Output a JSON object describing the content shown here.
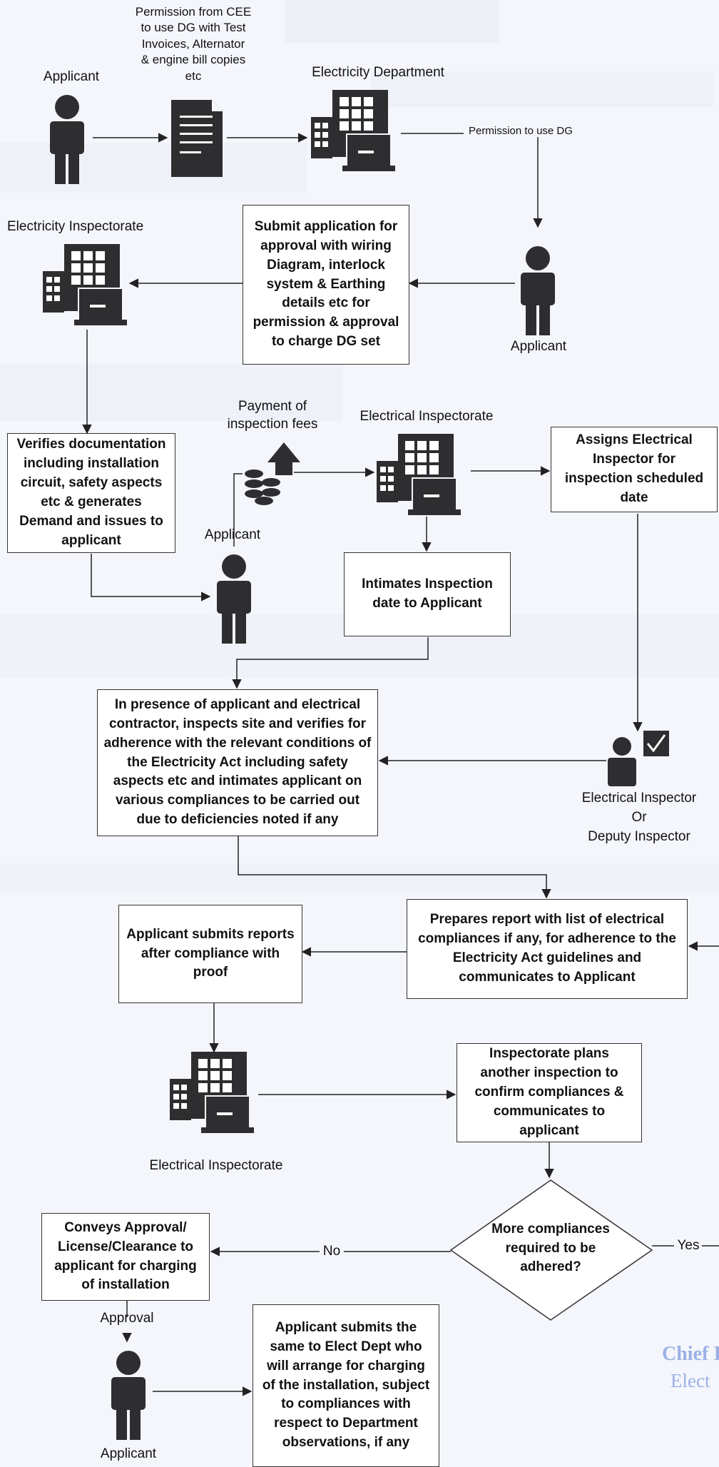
{
  "labels": {
    "applicant_1": "Applicant",
    "permission_doc": "Permission from CEE\nto use DG with Test\nInvoices, Alternator\n& engine bill copies\netc",
    "electricity_department": "Electricity Department",
    "permission_to_use_dg": "Permission to use DG",
    "electricity_inspectorate": "Electricity Inspectorate",
    "applicant_2": "Applicant",
    "payment_of_fees": "Payment of\ninspection fees",
    "electrical_inspectorate_1": "Electrical Inspectorate",
    "applicant_3": "Applicant",
    "electrical_inspector": "Electrical Inspector\nOr\nDeputy Inspector",
    "electrical_inspectorate_2": "Electrical Inspectorate",
    "no": "No",
    "yes": "Yes",
    "approval": "Approval",
    "applicant_4": "Applicant"
  },
  "boxes": {
    "submit_application": "Submit application for approval with wiring Diagram, interlock system & Earthing details etc for permission & approval to charge DG set",
    "verifies_documentation": "Verifies documentation including installation circuit, safety aspects etc & generates Demand and issues to applicant",
    "assigns_inspector": "Assigns Electrical Inspector for inspection scheduled date",
    "intimates_date": "Intimates Inspection date to Applicant",
    "inspects_site": "In presence of applicant and electrical contractor, inspects site and verifies for adherence with the relevant conditions of the Electricity Act including safety aspects etc and intimates applicant on various compliances to be carried out due to deficiencies noted if any",
    "prepares_report": "Prepares report with list of electrical compliances if any, for adherence to the Electricity Act guidelines and communicates to Applicant",
    "applicant_submits_reports": "Applicant submits reports after compliance with proof",
    "plans_inspection": "Inspectorate plans another inspection to confirm compliances & communicates to applicant",
    "conveys_approval": "Conveys Approval/ License/Clearance to applicant for charging of installation",
    "submits_to_elect_dept": "Applicant submits the same to Elect Dept who will arrange for charging of the installation, subject to compliances with respect to Department observations, if any"
  },
  "decision": "More compliances required to be adhered?",
  "watermark": {
    "line1": "Chief I",
    "line2": "Elect"
  }
}
